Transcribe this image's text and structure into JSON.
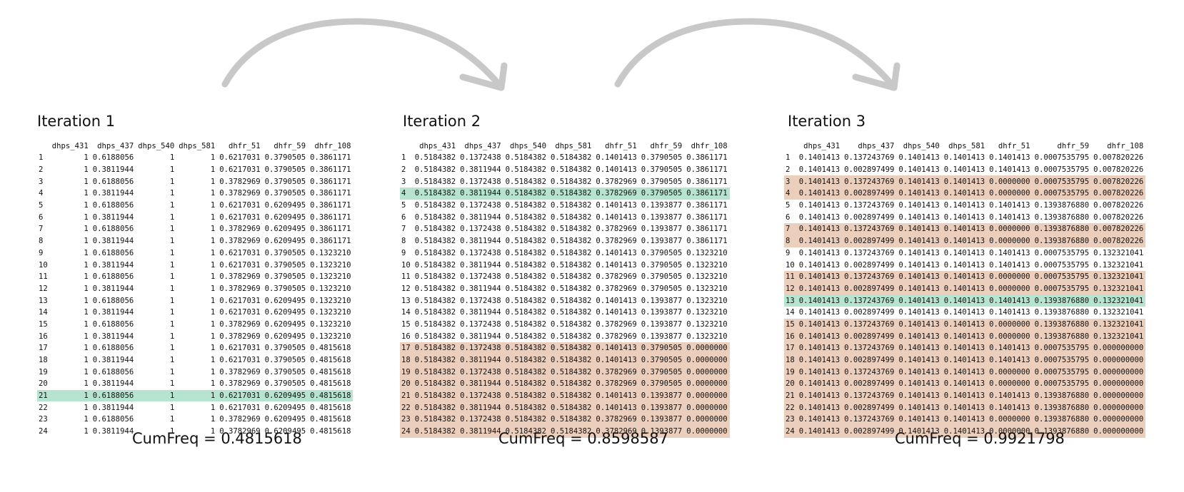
{
  "colors": {
    "arrow": "#c8c8c8",
    "orange_highlight": "#cc7e4e",
    "green_highlight": "#60c496",
    "purple_highlight": "#9e60c4"
  },
  "icons": [
    "curved-arrow-icon",
    "curved-arrow-icon"
  ],
  "iterations": [
    {
      "title": "Iteration 1",
      "headers": [
        "",
        "dhps_431",
        "dhps_437",
        "dhps_540",
        "dhps_581",
        "dhfr_51",
        "dhfr_59",
        "dhfr_108"
      ],
      "rows": [
        [
          "1",
          "1",
          "0.6188056",
          "1",
          "1",
          "0.6217031",
          "0.3790505",
          "0.3861171"
        ],
        [
          "2",
          "1",
          "0.3811944",
          "1",
          "1",
          "0.6217031",
          "0.3790505",
          "0.3861171"
        ],
        [
          "3",
          "1",
          "0.6188056",
          "1",
          "1",
          "0.3782969",
          "0.3790505",
          "0.3861171"
        ],
        [
          "4",
          "1",
          "0.3811944",
          "1",
          "1",
          "0.3782969",
          "0.3790505",
          "0.3861171"
        ],
        [
          "5",
          "1",
          "0.6188056",
          "1",
          "1",
          "0.6217031",
          "0.6209495",
          "0.3861171"
        ],
        [
          "6",
          "1",
          "0.3811944",
          "1",
          "1",
          "0.6217031",
          "0.6209495",
          "0.3861171"
        ],
        [
          "7",
          "1",
          "0.6188056",
          "1",
          "1",
          "0.3782969",
          "0.6209495",
          "0.3861171"
        ],
        [
          "8",
          "1",
          "0.3811944",
          "1",
          "1",
          "0.3782969",
          "0.6209495",
          "0.3861171"
        ],
        [
          "9",
          "1",
          "0.6188056",
          "1",
          "1",
          "0.6217031",
          "0.3790505",
          "0.1323210"
        ],
        [
          "10",
          "1",
          "0.3811944",
          "1",
          "1",
          "0.6217031",
          "0.3790505",
          "0.1323210"
        ],
        [
          "11",
          "1",
          "0.6188056",
          "1",
          "1",
          "0.3782969",
          "0.3790505",
          "0.1323210"
        ],
        [
          "12",
          "1",
          "0.3811944",
          "1",
          "1",
          "0.3782969",
          "0.3790505",
          "0.1323210"
        ],
        [
          "13",
          "1",
          "0.6188056",
          "1",
          "1",
          "0.6217031",
          "0.6209495",
          "0.1323210"
        ],
        [
          "14",
          "1",
          "0.3811944",
          "1",
          "1",
          "0.6217031",
          "0.6209495",
          "0.1323210"
        ],
        [
          "15",
          "1",
          "0.6188056",
          "1",
          "1",
          "0.3782969",
          "0.6209495",
          "0.1323210"
        ],
        [
          "16",
          "1",
          "0.3811944",
          "1",
          "1",
          "0.3782969",
          "0.6209495",
          "0.1323210"
        ],
        [
          "17",
          "1",
          "0.6188056",
          "1",
          "1",
          "0.6217031",
          "0.3790505",
          "0.4815618"
        ],
        [
          "18",
          "1",
          "0.3811944",
          "1",
          "1",
          "0.6217031",
          "0.3790505",
          "0.4815618"
        ],
        [
          "19",
          "1",
          "0.6188056",
          "1",
          "1",
          "0.3782969",
          "0.3790505",
          "0.4815618"
        ],
        [
          "20",
          "1",
          "0.3811944",
          "1",
          "1",
          "0.3782969",
          "0.3790505",
          "0.4815618"
        ],
        [
          "21",
          "1",
          "0.6188056",
          "1",
          "1",
          "0.6217031",
          "0.6209495",
          "0.4815618"
        ],
        [
          "22",
          "1",
          "0.3811944",
          "1",
          "1",
          "0.6217031",
          "0.6209495",
          "0.4815618"
        ],
        [
          "23",
          "1",
          "0.6188056",
          "1",
          "1",
          "0.3782969",
          "0.6209495",
          "0.4815618"
        ],
        [
          "24",
          "1",
          "0.3811944",
          "1",
          "1",
          "0.3782969",
          "0.6209495",
          "0.4815618"
        ]
      ],
      "orange_rows": [],
      "green_rows": [
        21
      ],
      "purple_cell": {
        "row": 21,
        "col": 7
      },
      "cumfreq": "CumFreq = 0.4815618"
    },
    {
      "title": "Iteration 2",
      "headers": [
        "",
        "dhps_431",
        "dhps_437",
        "dhps_540",
        "dhps_581",
        "dhfr_51",
        "dhfr_59",
        "dhfr_108"
      ],
      "rows": [
        [
          "1",
          "0.5184382",
          "0.1372438",
          "0.5184382",
          "0.5184382",
          "0.1401413",
          "0.3790505",
          "0.3861171"
        ],
        [
          "2",
          "0.5184382",
          "0.3811944",
          "0.5184382",
          "0.5184382",
          "0.1401413",
          "0.3790505",
          "0.3861171"
        ],
        [
          "3",
          "0.5184382",
          "0.1372438",
          "0.5184382",
          "0.5184382",
          "0.3782969",
          "0.3790505",
          "0.3861171"
        ],
        [
          "4",
          "0.5184382",
          "0.3811944",
          "0.5184382",
          "0.5184382",
          "0.3782969",
          "0.3790505",
          "0.3861171"
        ],
        [
          "5",
          "0.5184382",
          "0.1372438",
          "0.5184382",
          "0.5184382",
          "0.1401413",
          "0.1393877",
          "0.3861171"
        ],
        [
          "6",
          "0.5184382",
          "0.3811944",
          "0.5184382",
          "0.5184382",
          "0.1401413",
          "0.1393877",
          "0.3861171"
        ],
        [
          "7",
          "0.5184382",
          "0.1372438",
          "0.5184382",
          "0.5184382",
          "0.3782969",
          "0.1393877",
          "0.3861171"
        ],
        [
          "8",
          "0.5184382",
          "0.3811944",
          "0.5184382",
          "0.5184382",
          "0.3782969",
          "0.1393877",
          "0.3861171"
        ],
        [
          "9",
          "0.5184382",
          "0.1372438",
          "0.5184382",
          "0.5184382",
          "0.1401413",
          "0.3790505",
          "0.1323210"
        ],
        [
          "10",
          "0.5184382",
          "0.3811944",
          "0.5184382",
          "0.5184382",
          "0.1401413",
          "0.3790505",
          "0.1323210"
        ],
        [
          "11",
          "0.5184382",
          "0.1372438",
          "0.5184382",
          "0.5184382",
          "0.3782969",
          "0.3790505",
          "0.1323210"
        ],
        [
          "12",
          "0.5184382",
          "0.3811944",
          "0.5184382",
          "0.5184382",
          "0.3782969",
          "0.3790505",
          "0.1323210"
        ],
        [
          "13",
          "0.5184382",
          "0.1372438",
          "0.5184382",
          "0.5184382",
          "0.1401413",
          "0.1393877",
          "0.1323210"
        ],
        [
          "14",
          "0.5184382",
          "0.3811944",
          "0.5184382",
          "0.5184382",
          "0.1401413",
          "0.1393877",
          "0.1323210"
        ],
        [
          "15",
          "0.5184382",
          "0.1372438",
          "0.5184382",
          "0.5184382",
          "0.3782969",
          "0.1393877",
          "0.1323210"
        ],
        [
          "16",
          "0.5184382",
          "0.3811944",
          "0.5184382",
          "0.5184382",
          "0.3782969",
          "0.1393877",
          "0.1323210"
        ],
        [
          "17",
          "0.5184382",
          "0.1372438",
          "0.5184382",
          "0.5184382",
          "0.1401413",
          "0.3790505",
          "0.0000000"
        ],
        [
          "18",
          "0.5184382",
          "0.3811944",
          "0.5184382",
          "0.5184382",
          "0.1401413",
          "0.3790505",
          "0.0000000"
        ],
        [
          "19",
          "0.5184382",
          "0.1372438",
          "0.5184382",
          "0.5184382",
          "0.3782969",
          "0.3790505",
          "0.0000000"
        ],
        [
          "20",
          "0.5184382",
          "0.3811944",
          "0.5184382",
          "0.5184382",
          "0.3782969",
          "0.3790505",
          "0.0000000"
        ],
        [
          "21",
          "0.5184382",
          "0.1372438",
          "0.5184382",
          "0.5184382",
          "0.1401413",
          "0.1393877",
          "0.0000000"
        ],
        [
          "22",
          "0.5184382",
          "0.3811944",
          "0.5184382",
          "0.5184382",
          "0.1401413",
          "0.1393877",
          "0.0000000"
        ],
        [
          "23",
          "0.5184382",
          "0.1372438",
          "0.5184382",
          "0.5184382",
          "0.3782969",
          "0.1393877",
          "0.0000000"
        ],
        [
          "24",
          "0.5184382",
          "0.3811944",
          "0.5184382",
          "0.5184382",
          "0.3782969",
          "0.1393877",
          "0.0000000"
        ]
      ],
      "orange_rows": [
        17,
        18,
        19,
        20,
        21,
        22,
        23,
        24
      ],
      "green_rows": [
        4
      ],
      "purple_cell": {
        "row": 4,
        "col": 5
      },
      "cumfreq": "CumFreq = 0.8598587"
    },
    {
      "title": "Iteration 3",
      "headers": [
        "",
        "dhps_431",
        "dhps_437",
        "dhps_540",
        "dhps_581",
        "dhfr_51",
        "dhfr_59",
        "dhfr_108"
      ],
      "rows": [
        [
          "1",
          "0.1401413",
          "0.137243769",
          "0.1401413",
          "0.1401413",
          "0.1401413",
          "0.0007535795",
          "0.007820226"
        ],
        [
          "2",
          "0.1401413",
          "0.002897499",
          "0.1401413",
          "0.1401413",
          "0.1401413",
          "0.0007535795",
          "0.007820226"
        ],
        [
          "3",
          "0.1401413",
          "0.137243769",
          "0.1401413",
          "0.1401413",
          "0.0000000",
          "0.0007535795",
          "0.007820226"
        ],
        [
          "4",
          "0.1401413",
          "0.002897499",
          "0.1401413",
          "0.1401413",
          "0.0000000",
          "0.0007535795",
          "0.007820226"
        ],
        [
          "5",
          "0.1401413",
          "0.137243769",
          "0.1401413",
          "0.1401413",
          "0.1401413",
          "0.1393876880",
          "0.007820226"
        ],
        [
          "6",
          "0.1401413",
          "0.002897499",
          "0.1401413",
          "0.1401413",
          "0.1401413",
          "0.1393876880",
          "0.007820226"
        ],
        [
          "7",
          "0.1401413",
          "0.137243769",
          "0.1401413",
          "0.1401413",
          "0.0000000",
          "0.1393876880",
          "0.007820226"
        ],
        [
          "8",
          "0.1401413",
          "0.002897499",
          "0.1401413",
          "0.1401413",
          "0.0000000",
          "0.1393876880",
          "0.007820226"
        ],
        [
          "9",
          "0.1401413",
          "0.137243769",
          "0.1401413",
          "0.1401413",
          "0.1401413",
          "0.0007535795",
          "0.132321041"
        ],
        [
          "10",
          "0.1401413",
          "0.002897499",
          "0.1401413",
          "0.1401413",
          "0.1401413",
          "0.0007535795",
          "0.132321041"
        ],
        [
          "11",
          "0.1401413",
          "0.137243769",
          "0.1401413",
          "0.1401413",
          "0.0000000",
          "0.0007535795",
          "0.132321041"
        ],
        [
          "12",
          "0.1401413",
          "0.002897499",
          "0.1401413",
          "0.1401413",
          "0.0000000",
          "0.0007535795",
          "0.132321041"
        ],
        [
          "13",
          "0.1401413",
          "0.137243769",
          "0.1401413",
          "0.1401413",
          "0.1401413",
          "0.1393876880",
          "0.132321041"
        ],
        [
          "14",
          "0.1401413",
          "0.002897499",
          "0.1401413",
          "0.1401413",
          "0.1401413",
          "0.1393876880",
          "0.132321041"
        ],
        [
          "15",
          "0.1401413",
          "0.137243769",
          "0.1401413",
          "0.1401413",
          "0.0000000",
          "0.1393876880",
          "0.132321041"
        ],
        [
          "16",
          "0.1401413",
          "0.002897499",
          "0.1401413",
          "0.1401413",
          "0.0000000",
          "0.1393876880",
          "0.132321041"
        ],
        [
          "17",
          "0.1401413",
          "0.137243769",
          "0.1401413",
          "0.1401413",
          "0.1401413",
          "0.0007535795",
          "0.000000000"
        ],
        [
          "18",
          "0.1401413",
          "0.002897499",
          "0.1401413",
          "0.1401413",
          "0.1401413",
          "0.0007535795",
          "0.000000000"
        ],
        [
          "19",
          "0.1401413",
          "0.137243769",
          "0.1401413",
          "0.1401413",
          "0.0000000",
          "0.0007535795",
          "0.000000000"
        ],
        [
          "20",
          "0.1401413",
          "0.002897499",
          "0.1401413",
          "0.1401413",
          "0.0000000",
          "0.0007535795",
          "0.000000000"
        ],
        [
          "21",
          "0.1401413",
          "0.137243769",
          "0.1401413",
          "0.1401413",
          "0.1401413",
          "0.1393876880",
          "0.000000000"
        ],
        [
          "22",
          "0.1401413",
          "0.002897499",
          "0.1401413",
          "0.1401413",
          "0.1401413",
          "0.1393876880",
          "0.000000000"
        ],
        [
          "23",
          "0.1401413",
          "0.137243769",
          "0.1401413",
          "0.1401413",
          "0.0000000",
          "0.1393876880",
          "0.000000000"
        ],
        [
          "24",
          "0.1401413",
          "0.002897499",
          "0.1401413",
          "0.1401413",
          "0.0000000",
          "0.1393876880",
          "0.000000000"
        ]
      ],
      "orange_rows": [
        3,
        4,
        7,
        8,
        11,
        12,
        15,
        16,
        17,
        18,
        19,
        20,
        21,
        22,
        23,
        24
      ],
      "green_rows": [
        13
      ],
      "purple_cell": {
        "row": 13,
        "col": 7
      },
      "cumfreq": "CumFreq = 0.9921798"
    }
  ]
}
